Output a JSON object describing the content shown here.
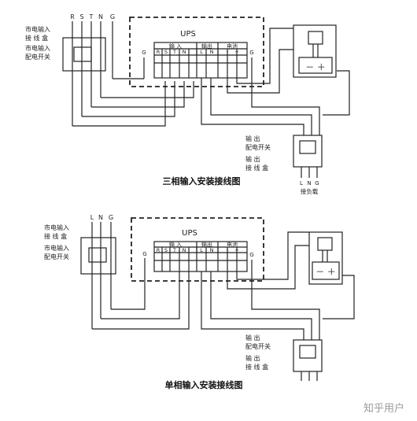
{
  "three_phase": {
    "terminal_labels": {
      "R": "R",
      "S": "S",
      "T": "T",
      "N": "N",
      "G": "G"
    },
    "mains_terminal_box": "市电输入\n接 线 盒",
    "mains_switch": "市电输入\n配电开关",
    "ups_title": "UPS",
    "input_header": "输   入",
    "output_header": "输出",
    "battery_header": "电池",
    "ups_input_terminals": [
      "R",
      "S",
      "T",
      "N"
    ],
    "ups_output_terminals": [
      "L",
      "N"
    ],
    "ups_battery_terminals": [
      "-",
      "+"
    ],
    "ground_label": "G",
    "output_switch": "输   出\n配电开关",
    "output_terminal_box": "输   出\n接 线 盒",
    "load_terminals": [
      "L",
      "N",
      "G"
    ],
    "load_label": "接负载",
    "battery_polarity": "－  ＋",
    "caption": "三相输入安装接线图"
  },
  "single_phase": {
    "terminal_labels": {
      "L": "L",
      "N": "N",
      "G": "G"
    },
    "mains_terminal_box": "市电输入\n接 线 盒",
    "mains_switch": "市电输入\n配电开关",
    "ups_title": "UPS",
    "input_header": "输   入",
    "output_header": "输出",
    "battery_header": "电池",
    "ups_input_terminals": [
      "R",
      "S",
      "T",
      "N"
    ],
    "ups_output_terminals": [
      "L",
      "N"
    ],
    "ups_battery_terminals": [
      "-",
      "+"
    ],
    "ground_label": "G",
    "output_switch": "输   出\n配电开关",
    "output_terminal_box": "输   出\n接 线 盒",
    "battery_polarity": "－  ＋",
    "caption": "单相输入安装接线图"
  },
  "watermark": "知乎用户"
}
